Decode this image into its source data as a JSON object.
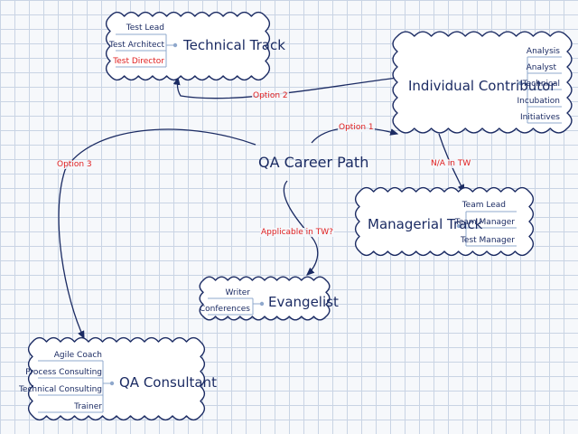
{
  "center": {
    "title": "QA Career Path"
  },
  "nodes": {
    "technical_track": {
      "title": "Technical Track",
      "items": [
        "Test Lead",
        "Test Architect",
        "Test Director"
      ],
      "highlight_item_index": 2
    },
    "individual_contributor": {
      "title": "Individual Contributor",
      "items": [
        "Analysis",
        "Analyst",
        "Technical",
        "Incubation",
        "Initiatives"
      ]
    },
    "managerial_track": {
      "title": "Managerial Track",
      "items": [
        "Team Lead",
        "Team Manager",
        "Test Manager"
      ]
    },
    "evangelist": {
      "title": "Evangelist",
      "items": [
        "Writer",
        "Conferences"
      ]
    },
    "qa_consultant": {
      "title": "QA Consultant",
      "items": [
        "Agile Coach",
        "Process Consulting",
        "Technical Consulting",
        "Trainer"
      ]
    }
  },
  "edges": {
    "option1": "Option 1",
    "option2": "Option 2",
    "option3": "Option 3",
    "na_in_tw": "N/A in TW",
    "applicable_in_tw": "Applicable in TW?"
  },
  "colors": {
    "line": "#1b2b63",
    "accent_red": "#e02020",
    "bracket": "#8fa8cc",
    "cloud_fill": "#ffffff"
  }
}
